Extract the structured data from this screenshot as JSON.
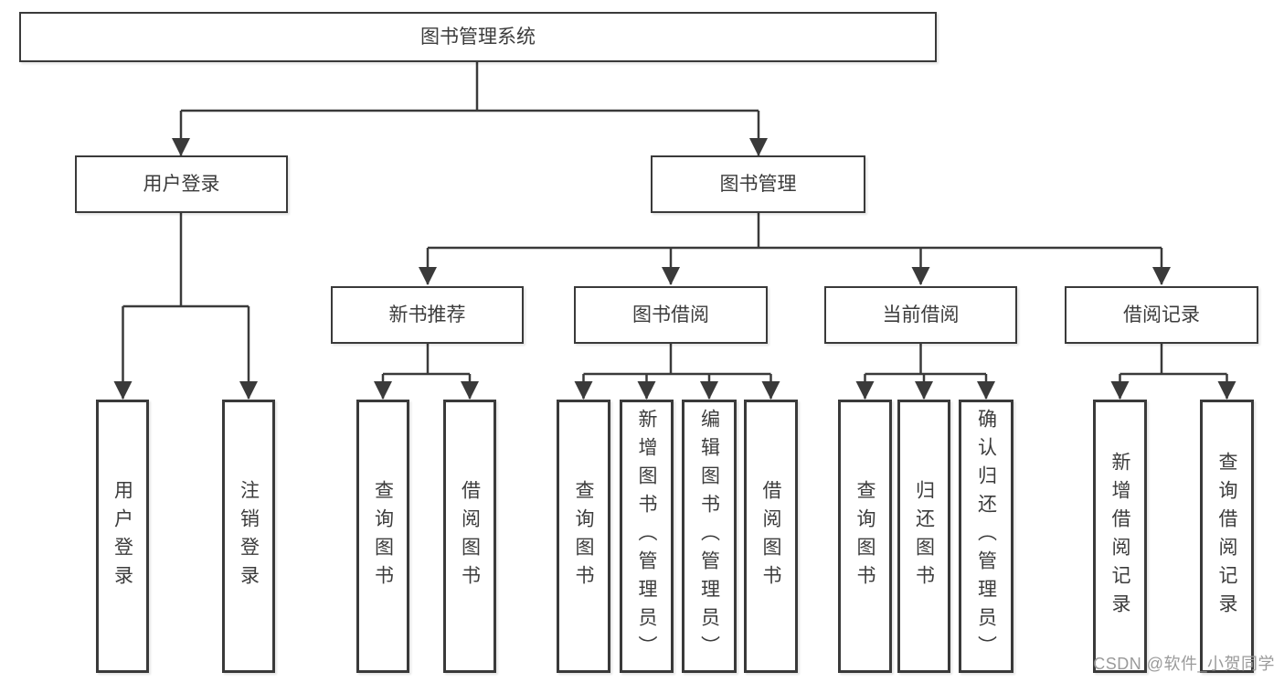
{
  "diagram": {
    "root": {
      "label": "图书管理系统"
    },
    "level2": [
      {
        "id": "user-login",
        "label": "用户登录"
      },
      {
        "id": "book-management",
        "label": "图书管理"
      }
    ],
    "level3": [
      {
        "id": "new-book-recommend",
        "label": "新书推荐",
        "parent": "图书管理"
      },
      {
        "id": "book-borrow",
        "label": "图书借阅",
        "parent": "图书管理"
      },
      {
        "id": "current-borrow",
        "label": "当前借阅",
        "parent": "图书管理"
      },
      {
        "id": "borrow-records",
        "label": "借阅记录",
        "parent": "图书管理"
      }
    ],
    "leaves": [
      {
        "id": "user-login-leaf",
        "label": "用户登录",
        "parent": "用户登录"
      },
      {
        "id": "logout-leaf",
        "label": "注销登录",
        "parent": "用户登录"
      },
      {
        "id": "query-books-1",
        "label": "查询图书",
        "parent": "新书推荐"
      },
      {
        "id": "borrow-books-1",
        "label": "借阅图书",
        "parent": "新书推荐"
      },
      {
        "id": "query-books-2",
        "label": "查询图书",
        "parent": "图书借阅"
      },
      {
        "id": "add-books-admin",
        "label": "新增图书（管理员）",
        "parent": "图书借阅"
      },
      {
        "id": "edit-books-admin",
        "label": "编辑图书（管理员）",
        "parent": "图书借阅"
      },
      {
        "id": "borrow-books-2",
        "label": "借阅图书",
        "parent": "图书借阅"
      },
      {
        "id": "query-books-3",
        "label": "查询图书",
        "parent": "当前借阅"
      },
      {
        "id": "return-books",
        "label": "归还图书",
        "parent": "当前借阅"
      },
      {
        "id": "confirm-return-admin",
        "label": "确认归还（管理员）",
        "parent": "当前借阅"
      },
      {
        "id": "add-borrow-record",
        "label": "新增借阅记录",
        "parent": "借阅记录"
      },
      {
        "id": "query-borrow-record",
        "label": "查询借阅记录",
        "parent": "借阅记录"
      }
    ],
    "watermark": "CSDN @软件_小贺同学",
    "colors": {
      "line": "#3a3a3a",
      "text": "#3c3c3c",
      "box_fill": "#ffffff",
      "background": "#ffffff",
      "watermark": "#9a9a9a"
    }
  }
}
